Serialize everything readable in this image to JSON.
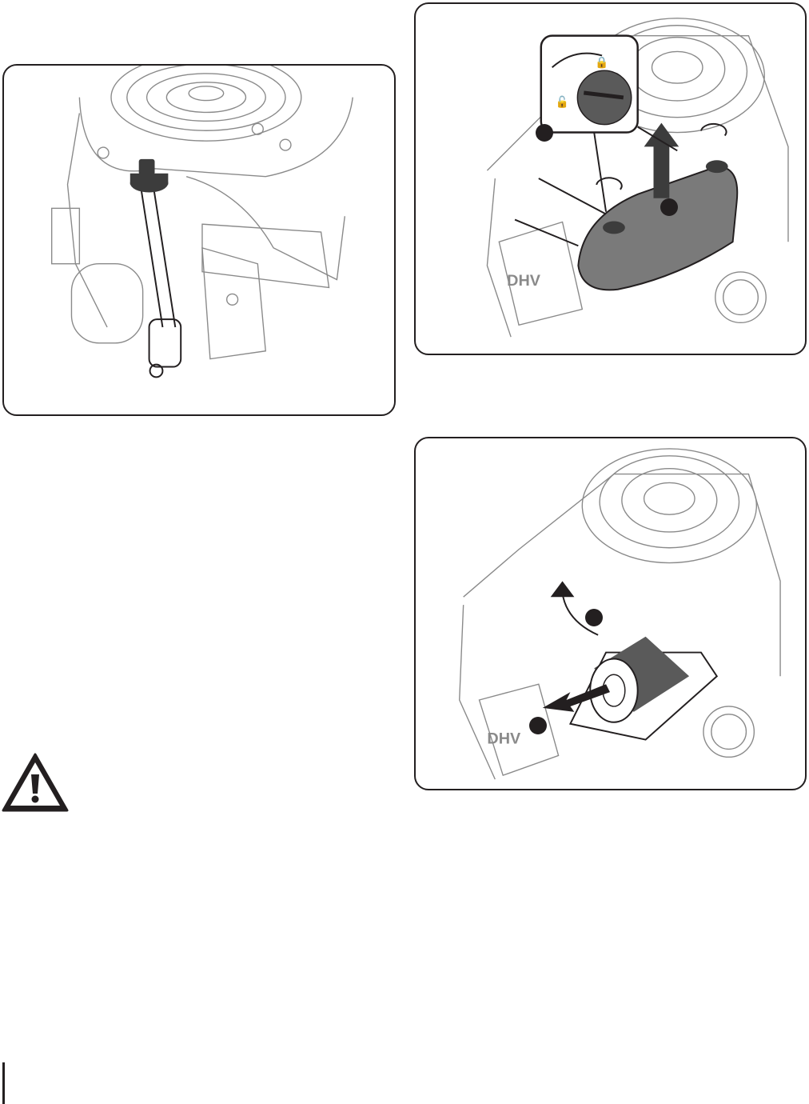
{
  "figures": {
    "dipstick": {
      "icon": "dipstick-engine-illustration"
    },
    "air_cover_removal": {
      "icon": "air-filter-cover-removal-illustration",
      "lock_icon": "lock-icon",
      "unlock_icon": "unlock-icon",
      "engine_badge": "DHV"
    },
    "filter_removal": {
      "icon": "air-filter-cartridge-removal-illustration",
      "engine_badge": "DHV"
    }
  },
  "warning": {
    "icon": "warning-triangle-icon"
  },
  "colors": {
    "line": "#8a8a8a",
    "ink": "#231f20",
    "cover_gray": "#7a7a7a"
  }
}
